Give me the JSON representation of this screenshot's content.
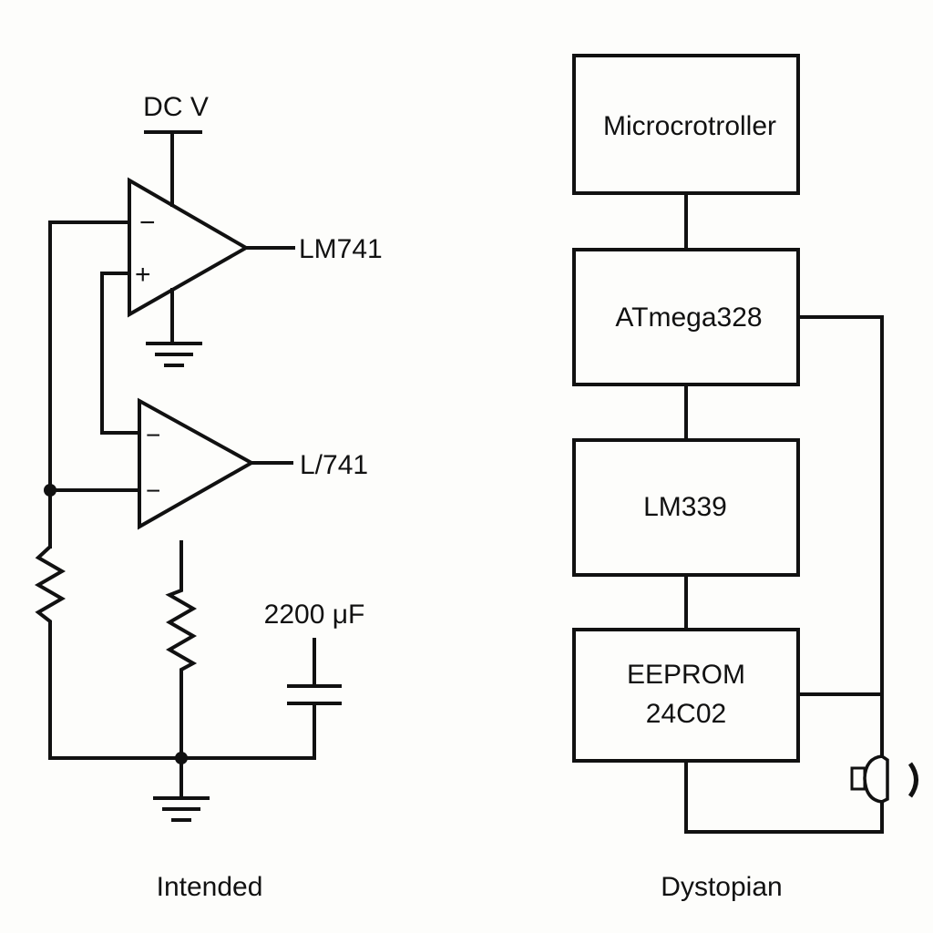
{
  "left_circuit": {
    "supply_label": "DC V",
    "opamp_top": {
      "label": "LM741",
      "inverting_sign": "−",
      "noninverting_sign": "+"
    },
    "opamp_bottom": {
      "label": "L/741",
      "input1_sign": "−",
      "input2_sign": "−"
    },
    "capacitor_label": "2200 μF",
    "caption": "Intended"
  },
  "right_diagram": {
    "blocks": [
      {
        "label": "Microcrotroller"
      },
      {
        "label": "ATmega328"
      },
      {
        "label": "LM339"
      },
      {
        "label": "EEPROM",
        "label2": "24C02"
      }
    ],
    "caption": "Dystopian"
  }
}
